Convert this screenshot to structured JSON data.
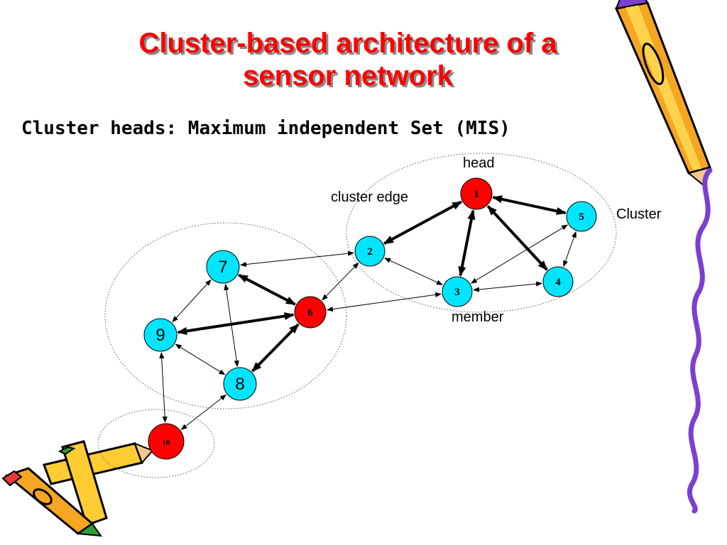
{
  "slide": {
    "title_line1": "Cluster-based architecture of a",
    "title_line2": "sensor network",
    "subtitle": "Cluster heads: Maximum independent Set (MIS)"
  },
  "annotations": {
    "head": "head",
    "cluster_edge": "cluster edge",
    "cluster": "Cluster",
    "member": "member"
  },
  "colors": {
    "title": "#ff0000",
    "cluster_head": "#ff0000",
    "member": "#00e5ff"
  },
  "nodes": [
    {
      "id": "1",
      "label": "1",
      "role": "head"
    },
    {
      "id": "2",
      "label": "2",
      "role": "member"
    },
    {
      "id": "3",
      "label": "3",
      "role": "member"
    },
    {
      "id": "4",
      "label": "4",
      "role": "member"
    },
    {
      "id": "5",
      "label": "5",
      "role": "member"
    },
    {
      "id": "6",
      "label": "6",
      "role": "head"
    },
    {
      "id": "7",
      "label": "7",
      "role": "member"
    },
    {
      "id": "8",
      "label": "8",
      "role": "member"
    },
    {
      "id": "9",
      "label": "9",
      "role": "member"
    },
    {
      "id": "10",
      "label": "10",
      "role": "head"
    }
  ],
  "edges": [
    {
      "from": "1",
      "to": "2",
      "kind": "cluster"
    },
    {
      "from": "1",
      "to": "3",
      "kind": "cluster"
    },
    {
      "from": "1",
      "to": "4",
      "kind": "cluster"
    },
    {
      "from": "1",
      "to": "5",
      "kind": "cluster"
    },
    {
      "from": "2",
      "to": "3",
      "kind": "plain"
    },
    {
      "from": "3",
      "to": "4",
      "kind": "plain"
    },
    {
      "from": "3",
      "to": "5",
      "kind": "plain"
    },
    {
      "from": "4",
      "to": "5",
      "kind": "plain"
    },
    {
      "from": "2",
      "to": "7",
      "kind": "plain"
    },
    {
      "from": "2",
      "to": "6",
      "kind": "plain"
    },
    {
      "from": "3",
      "to": "6",
      "kind": "plain"
    },
    {
      "from": "6",
      "to": "7",
      "kind": "cluster"
    },
    {
      "from": "6",
      "to": "9",
      "kind": "cluster"
    },
    {
      "from": "6",
      "to": "8",
      "kind": "cluster"
    },
    {
      "from": "7",
      "to": "9",
      "kind": "plain"
    },
    {
      "from": "7",
      "to": "8",
      "kind": "plain"
    },
    {
      "from": "9",
      "to": "8",
      "kind": "plain"
    },
    {
      "from": "9",
      "to": "10",
      "kind": "plain"
    },
    {
      "from": "8",
      "to": "10",
      "kind": "plain"
    }
  ],
  "clusters": [
    {
      "name": "cluster-head-1"
    },
    {
      "name": "cluster-head-6"
    },
    {
      "name": "cluster-head-10"
    }
  ]
}
